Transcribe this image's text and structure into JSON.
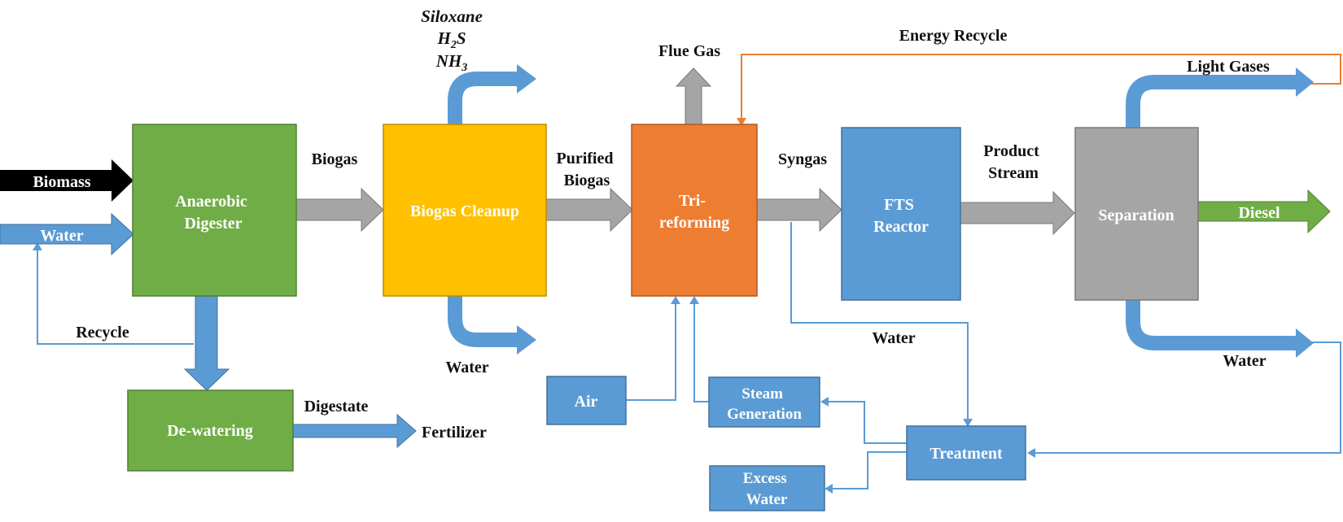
{
  "colors": {
    "green": "#70ad47",
    "green_edge": "#507e32",
    "yellow": "#ffc000",
    "yellow_edge": "#bc8c00",
    "orange": "#ed7d31",
    "orange_edge": "#ae5a21",
    "blue": "#5b9bd5",
    "blue_edge": "#41719c",
    "gray": "#a5a5a5",
    "gray_edge": "#787878",
    "black": "#000000"
  },
  "boxes": {
    "anaerobic_digester": [
      "Anaerobic",
      "Digester"
    ],
    "biogas_cleanup": "Biogas Cleanup",
    "tri_reforming": [
      "Tri-",
      "reforming"
    ],
    "fts_reactor": [
      "FTS",
      "Reactor"
    ],
    "separation": "Separation",
    "dewatering": "De-watering",
    "air": "Air",
    "steam_generation": [
      "Steam",
      "Generation"
    ],
    "treatment": "Treatment",
    "excess_water": [
      "Excess",
      "Water"
    ]
  },
  "inputs": {
    "biomass": "Biomass",
    "water": "Water"
  },
  "outputs": {
    "diesel": "Diesel",
    "fertilizer": "Fertilizer"
  },
  "labels": {
    "biogas": "Biogas",
    "purified_biogas": [
      "Purified",
      "Biogas"
    ],
    "syngas": "Syngas",
    "product_stream": [
      "Product",
      "Stream"
    ],
    "flue_gas": "Flue Gas",
    "energy_recycle": "Energy Recycle",
    "light_gases": "Light Gases",
    "water_cleanup": "Water",
    "water_syngas": "Water",
    "water_separation": "Water",
    "recycle": "Recycle",
    "digestate": "Digestate"
  },
  "impurities": {
    "siloxane": "Siloxane",
    "h2s_base": "H",
    "h2s_sub": "2",
    "h2s_tail": "S",
    "nh3_base": "NH",
    "nh3_sub": "3"
  }
}
